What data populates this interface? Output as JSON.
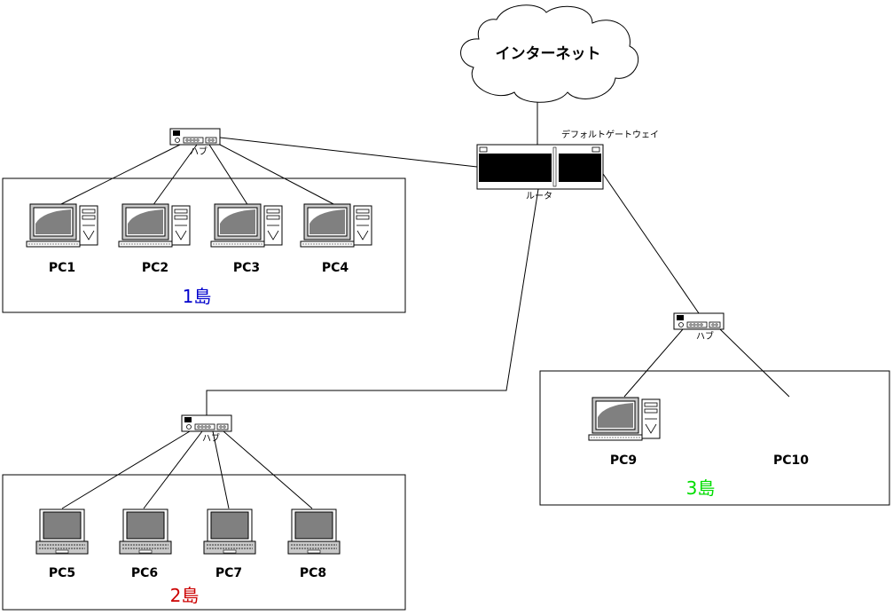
{
  "internet": {
    "label": "インターネット"
  },
  "router": {
    "label": "ルータ",
    "gateway_label": "デフォルトゲートウェイ"
  },
  "hubs": {
    "hub1": "ハブ",
    "hub2": "ハブ",
    "hub3": "ハブ"
  },
  "islands": {
    "island1": {
      "label": "1島",
      "color": "#0000cc"
    },
    "island2": {
      "label": "2島",
      "color": "#cc0000"
    },
    "island3": {
      "label": "3島",
      "color": "#00dd00"
    }
  },
  "pcs": {
    "pc1": "PC1",
    "pc2": "PC2",
    "pc3": "PC3",
    "pc4": "PC4",
    "pc5": "PC5",
    "pc6": "PC6",
    "pc7": "PC7",
    "pc8": "PC8",
    "pc9": "PC9",
    "pc10": "PC10"
  }
}
